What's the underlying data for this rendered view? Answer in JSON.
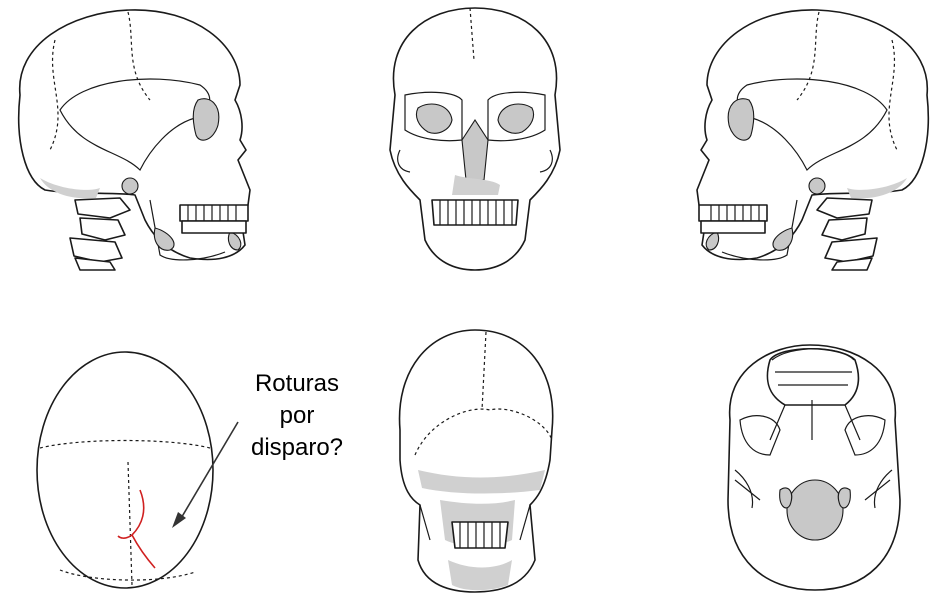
{
  "annotation": {
    "line1": "Roturas",
    "line2": "por",
    "line3": "disparo?"
  },
  "colors": {
    "bone_outline": "#1a1a1a",
    "shading": "#c8c8c8",
    "fracture": "#d02020"
  }
}
